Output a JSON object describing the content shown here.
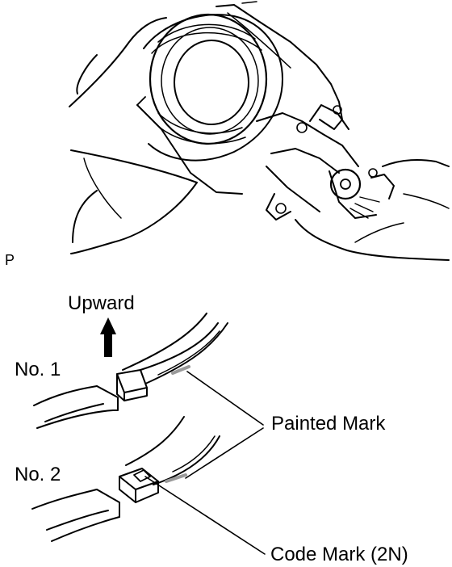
{
  "figure": {
    "view_code": "P",
    "direction_label": "Upward",
    "ring_labels": [
      "No. 1",
      "No. 2"
    ],
    "callouts": {
      "painted_mark": "Painted Mark",
      "code_mark": "Code Mark (2N)"
    }
  },
  "colors": {
    "ink": "#000000",
    "paper": "#ffffff",
    "hatch": "#9a9a9a"
  }
}
